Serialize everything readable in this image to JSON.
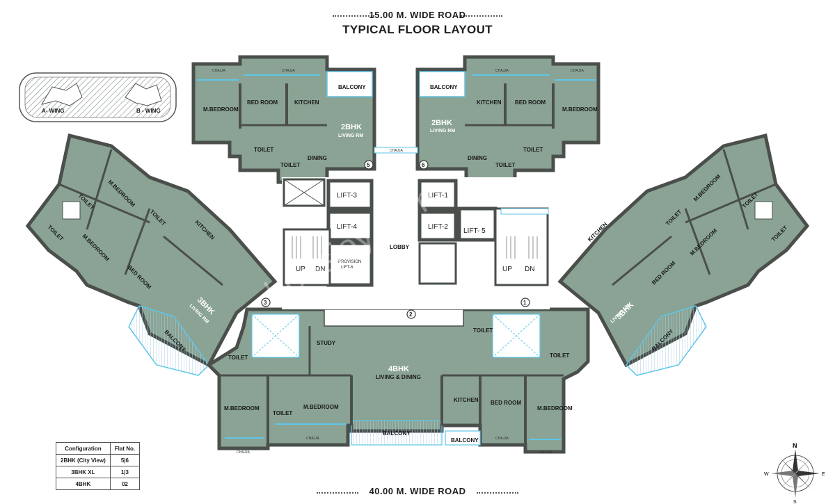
{
  "header": {
    "road_top": "15.00 M. WIDE ROAD",
    "title": "TYPICAL FLOOR LAYOUT",
    "road_bottom": "40.00 M. WIDE ROAD"
  },
  "key_plan": {
    "wing_a": "A- WING",
    "wing_b": "B - WING"
  },
  "rooms": {
    "balcony": "BALCONY",
    "bedroom": "BED ROOM",
    "master_bedroom": "M.BEDROOM",
    "kitchen": "KITCHEN",
    "toilet": "TOILET",
    "dining": "DINING",
    "chajja": "CHAJJA",
    "study": "STUDY",
    "living_rm": "LIVING RM",
    "living_dining": "LIVING & DINING",
    "lobby": "LOBBY",
    "up": "UP",
    "dn": "DN"
  },
  "units": {
    "unit_2bhk": "2BHK",
    "unit_3bhk": "3BHK",
    "unit_4bhk": "4BHK"
  },
  "lifts": {
    "lift1": "LIFT-1",
    "lift2": "LIFT-2",
    "lift3": "LIFT-3",
    "lift4": "LIFT-4",
    "lift5": "LIFT- 5",
    "provision": "PROVISION",
    "lift6": "LIFT-6"
  },
  "flat_numbers": {
    "f1": "1",
    "f2": "2",
    "f3": "3",
    "f5": "5",
    "f6": "6"
  },
  "watermark": "housiey.com",
  "config_table": {
    "headers": [
      "Configuration",
      "Flat No."
    ],
    "rows": [
      [
        "2BHK (City View)",
        "5|6"
      ],
      [
        "3BHK XL",
        "1|3"
      ],
      [
        "4BHK",
        "02"
      ]
    ]
  },
  "compass": {
    "n": "N",
    "s": "S",
    "e": "E",
    "w": "W"
  },
  "colors": {
    "room_fill": "#8aa394",
    "wall": "#4a4f4c",
    "window": "#5fc6e8",
    "core_fill": "#ffffff"
  }
}
